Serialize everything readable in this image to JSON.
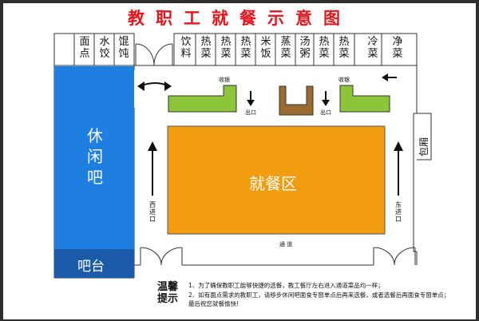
{
  "title": "教职工就餐示意图",
  "counters": [
    "面点",
    "水饺",
    "馄饨",
    "饮料",
    "热菜",
    "热菜",
    "热菜",
    "米饭",
    "蒸菜",
    "汤粥",
    "热菜",
    "热菜",
    "冷菜",
    "净菜"
  ],
  "labels": {
    "checkout_left": "收银",
    "checkout_right": "收银",
    "exit_left": "出口",
    "exit_right": "出口",
    "aisle": "通 道",
    "west_entrance": "西进口",
    "east_entrance": "东进口",
    "private_room": "包厢",
    "dining_area": "就餐区",
    "leisure_bar": "休闲吧",
    "bar_counter": "吧台"
  },
  "tips": {
    "title": "温馨提示",
    "lines": [
      "1、为了确保教职工能够快捷的选餐，教工餐厅左右进入通道菜品均一样；",
      "2、如有面点需求的教职工，请移步休闲吧面食专窗单点后再来选餐，或者选餐后再面食专窗单点；",
      "最后祝您就餐愉快!"
    ]
  },
  "colors": {
    "title": "#e8141c",
    "dining_area": "#f29c10",
    "leisure_bar": "#1f7fe0",
    "bar_counter": "#1a5aa8",
    "counter_green": "#8cc43a",
    "tray_station": "#9a6a2f"
  }
}
